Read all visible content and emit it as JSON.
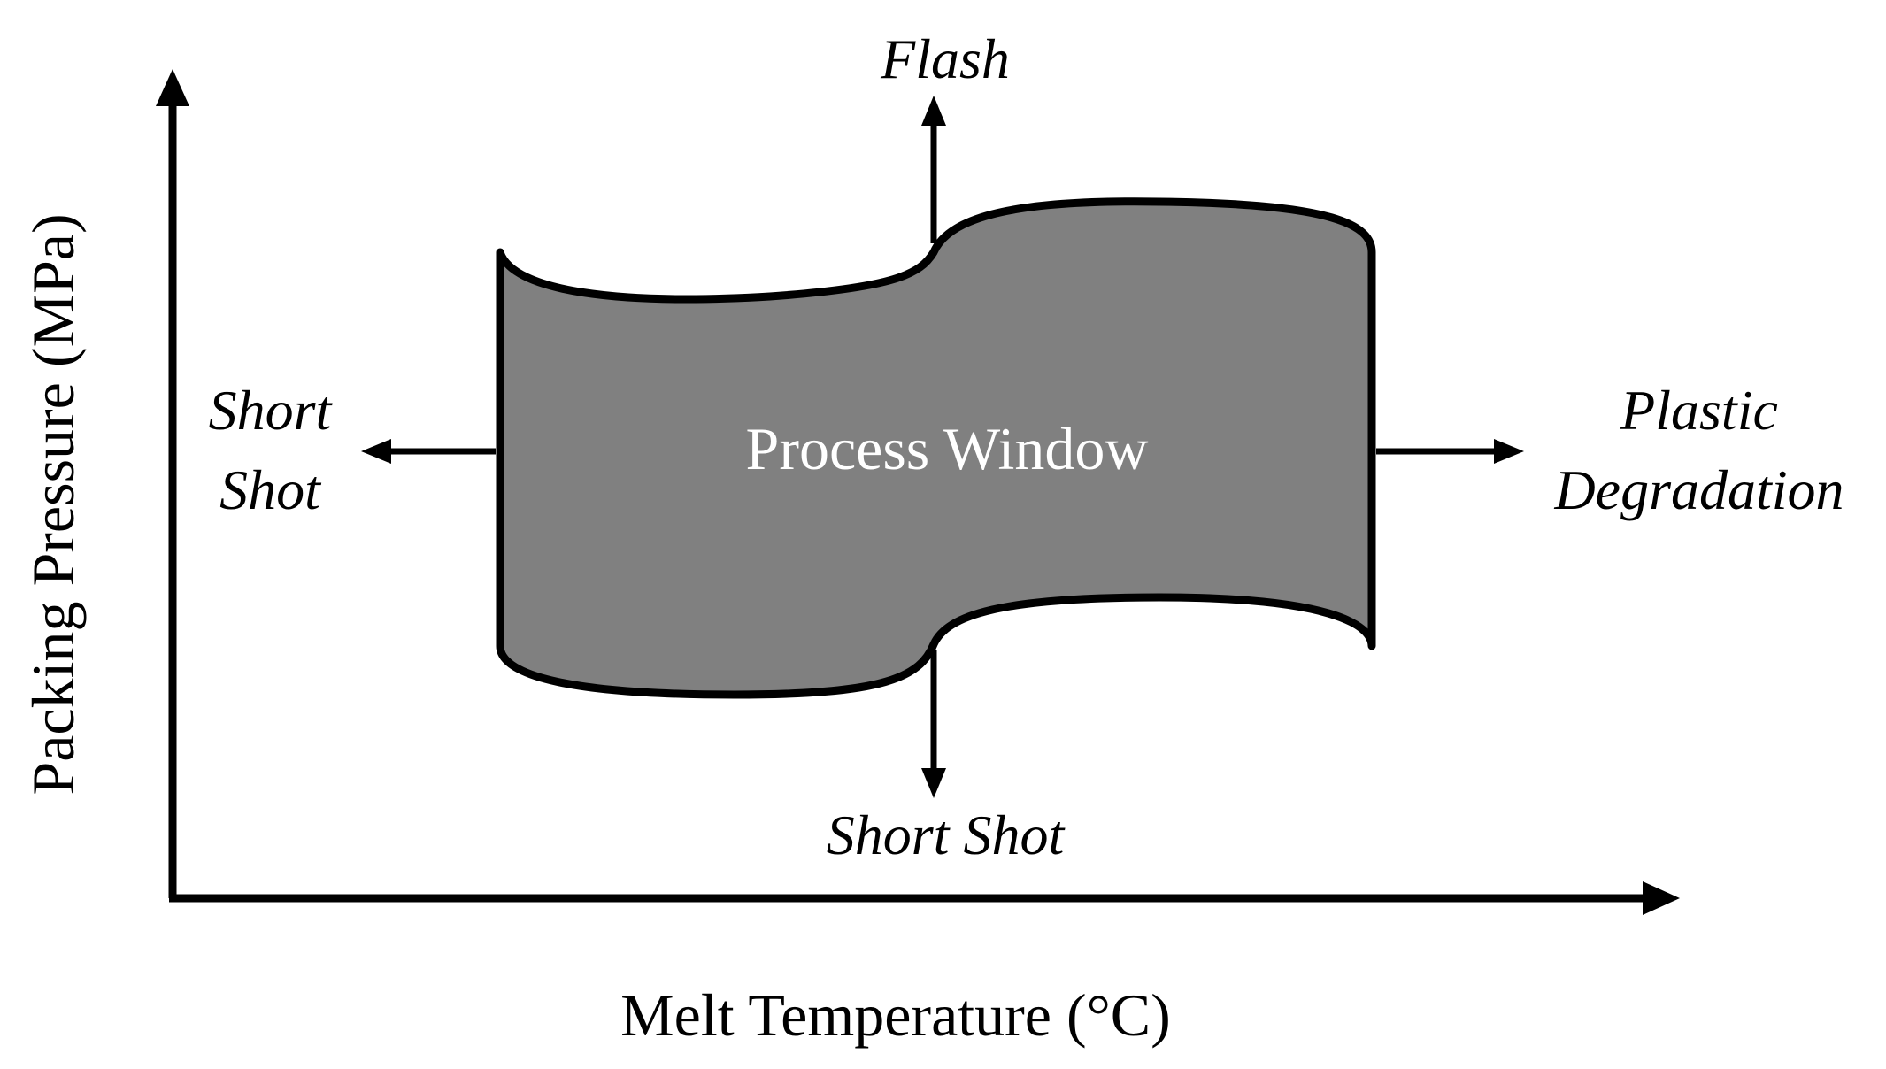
{
  "diagram": {
    "process_window_label": "Process Window",
    "flash_label": "Flash",
    "short_shot_bottom_label": "Short Shot",
    "short_shot_left_line1": "Short",
    "short_shot_left_line2": "Shot",
    "degradation_line1": "Plastic",
    "degradation_line2": "Degradation",
    "x_axis_label": "Melt Temperature (°C)",
    "y_axis_label": "Packing Pressure (MPa)"
  },
  "colors": {
    "window_fill": "#808080",
    "stroke": "#000000",
    "window_text": "#ffffff"
  }
}
